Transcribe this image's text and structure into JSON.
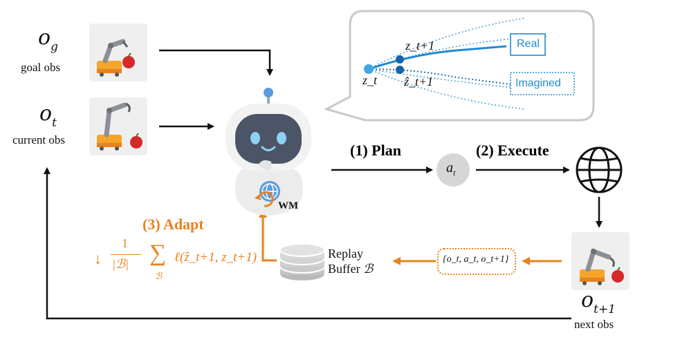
{
  "goal_obs": {
    "symbol": "o",
    "subscript": "g",
    "caption": "goal obs"
  },
  "current_obs": {
    "symbol": "o",
    "subscript": "t",
    "caption": "current obs"
  },
  "next_obs": {
    "symbol": "o",
    "subscript": "t+1",
    "caption": "next obs"
  },
  "world_model": {
    "label": "WM"
  },
  "plan": {
    "label": "(1) Plan",
    "action_symbol": "a",
    "action_subscript": "t"
  },
  "execute": {
    "label": "(2) Execute"
  },
  "adapt": {
    "label": "(3) Adapt"
  },
  "replay": {
    "line1": "Replay",
    "line2": "Buffer",
    "symbol": "ℬ"
  },
  "transition": {
    "text": "{o_t, a_t, o_t+1}"
  },
  "loss": {
    "arrow": "↓",
    "numerator": "1",
    "denominator": "|ℬ|",
    "sum": "∑",
    "sum_sub": "ℬ",
    "term": "ℓ(ẑ_t+1, z_t+1)"
  },
  "bubble": {
    "z_t": "z_t",
    "z_next": "z_t+1",
    "z_hat_next": "ẑ_t+1",
    "real_label": "Real",
    "imagined_label": "Imagined"
  },
  "colors": {
    "orange": "#e8821e",
    "blue": "#1f8ad2",
    "robot_face": "#4a5566",
    "robot_body": "#ececec"
  }
}
